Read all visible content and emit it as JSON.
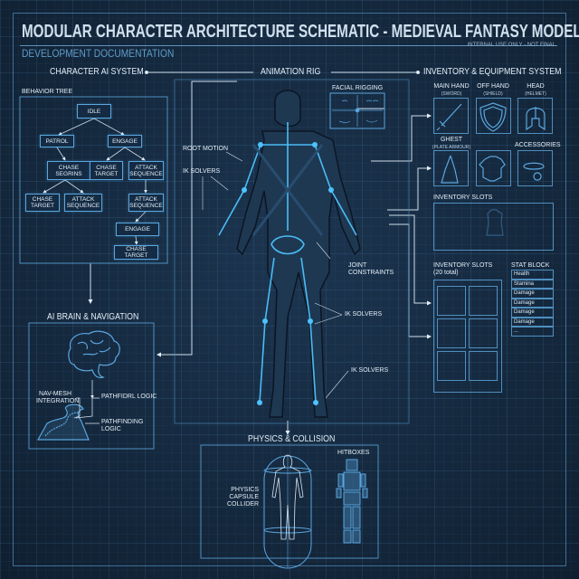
{
  "header": {
    "title": "MODULAR CHARACTER ARCHITECTURE SCHEMATIC - MEDIEVAL FANTASY MODEL",
    "subtitle": "DEVELOPMENT DOCUMENTATION",
    "note": "INTERNAL USE ONLY - NOT FINAL"
  },
  "sections": {
    "ai": "CHARACTER AI SYSTEM",
    "rig": "ANIMATION RIG",
    "inventory": "INVENTORY & EQUIPMENT SYSTEM"
  },
  "behavior_tree": {
    "label": "BEHAVIOR TREE",
    "nodes": [
      "IDLE",
      "PATROL",
      "ENGAGE",
      "CHASE SEGRINS",
      "CHASE TARGET",
      "ATTACK SEQUENCE",
      "CHASE TARGET",
      "ATTACK SEQUENCE",
      "ATTACK SEQUENCE",
      "ENGAGE",
      "CHASE TARGET"
    ]
  },
  "ai_brain": {
    "label": "AI BRAIN & NAVIGATION",
    "navmesh": "NAV-MESH INTEGRATION",
    "pathfidrl": "PATHFIDRL LOGIC",
    "pathfinding": "PATHFINDING LOGIC"
  },
  "rig": {
    "facial": "FACIAL RIGGING",
    "root_motion": "ROOT MOTION",
    "ik1": "IK SOLVERS",
    "joint": "JOINT CONSTRAINTS",
    "ik2": "IK SOLVERS",
    "ik3": "IK SOLVERS"
  },
  "physics": {
    "label": "PHYSICS & COLLISION",
    "capsule": "PHYSICS CAPSULE COLLIDER",
    "hitboxes": "HITBOXES"
  },
  "inventory": {
    "slots": [
      {
        "label": "MAIN HAND",
        "sub": "(SWORD)",
        "icon": "sword-icon"
      },
      {
        "label": "OFF HAND",
        "sub": "(SHIELD)",
        "icon": "shield-icon"
      },
      {
        "label": "HEAD",
        "sub": "(HELMET)",
        "icon": "helmet-icon"
      },
      {
        "label": "GHEST",
        "sub": "(PLATE ARMOUR)",
        "icon": "cloak-icon"
      },
      {
        "label": "",
        "sub": "",
        "icon": "chestplate-icon"
      },
      {
        "label": "ACCESSORIES",
        "sub": "",
        "icon": "ring-icon"
      }
    ],
    "inventory_slots_label": "INVENTORY SLOTS",
    "grid_label": "INVENTORY SLOTS",
    "grid_sub": "(20 total)",
    "stat_block_label": "STAT BLOCK",
    "stats": [
      "Health",
      "Stamina",
      "Damage",
      "Damage",
      "Damage",
      "Damage",
      "..."
    ]
  },
  "colors": {
    "accent": "#5aa6df",
    "background": "#13263a",
    "line": "#4f8fc0"
  }
}
